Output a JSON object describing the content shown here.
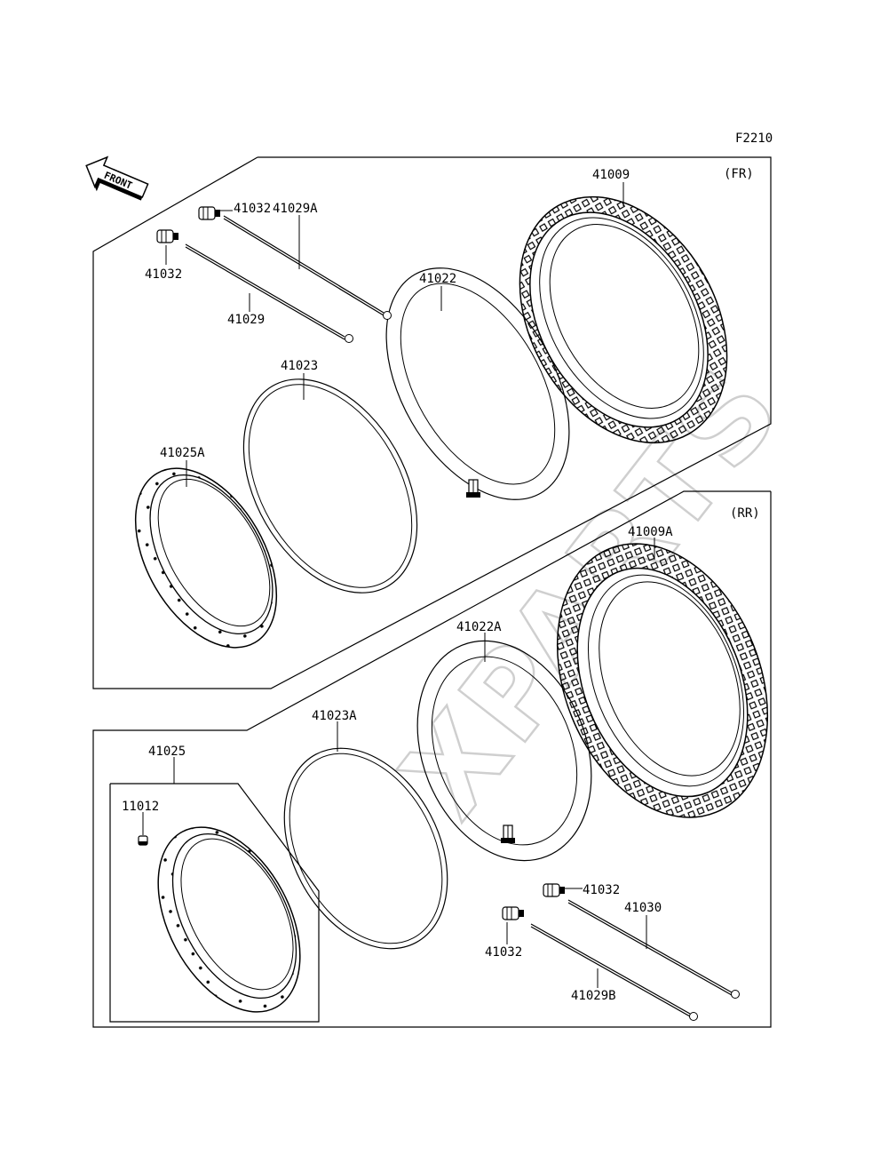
{
  "figure_code": "F2210",
  "front_marker": "FRONT",
  "watermark": "XPARTS",
  "sections": {
    "front": "(FR)",
    "rear": "(RR)"
  },
  "parts": {
    "p41009": "41009",
    "p41032_fr_top": "41032",
    "p41032_fr_left": "41032",
    "p41029A": "41029A",
    "p41029": "41029",
    "p41022": "41022",
    "p41023": "41023",
    "p41025A": "41025A",
    "p41009A": "41009A",
    "p41022A": "41022A",
    "p41023A": "41023A",
    "p41025": "41025",
    "p11012": "11012",
    "p41032_rr_top": "41032",
    "p41032_rr_left": "41032",
    "p41030": "41030",
    "p41029B": "41029B"
  }
}
